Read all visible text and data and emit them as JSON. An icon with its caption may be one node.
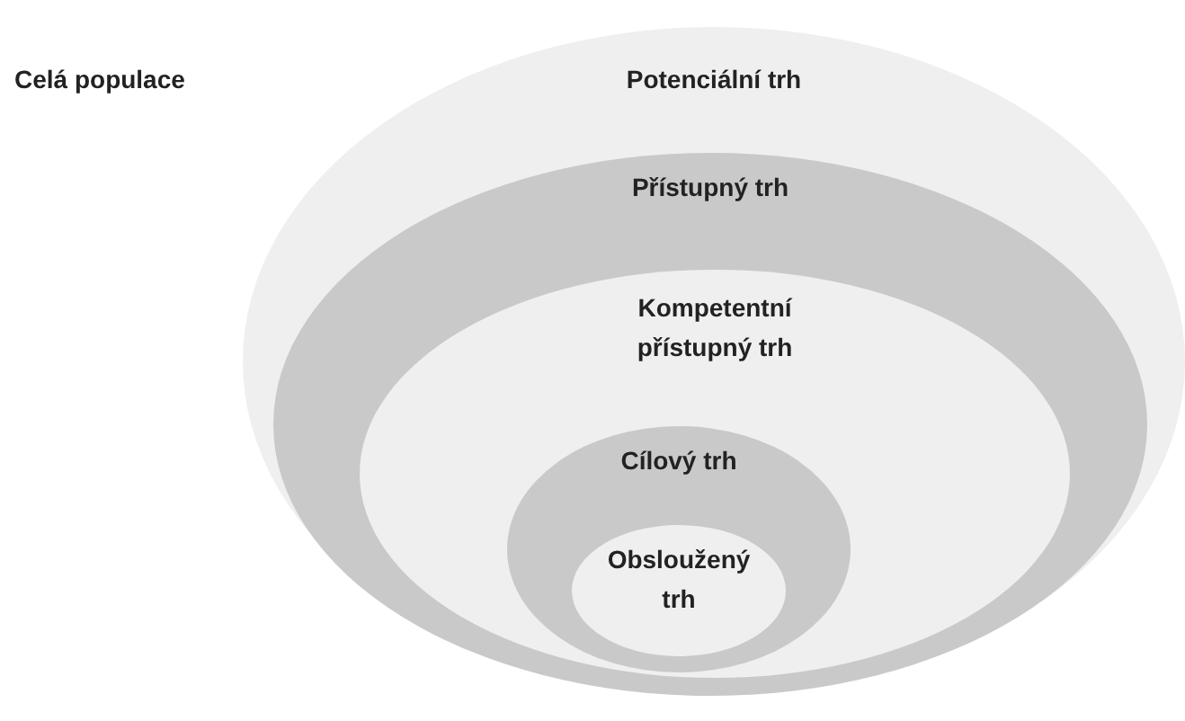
{
  "diagram": {
    "nodes": [
      {
        "text": [
          "Potenciální trh"
        ]
      },
      {
        "text": [
          "Přístupný trh"
        ],
        "in": 0
      },
      {
        "text": [
          "Kompetentní přístupný trh"
        ],
        "in": 1
      },
      {
        "text": [
          "Cílový trh"
        ],
        "in": 2
      },
      {
        "text": [
          "Obsloužený trh"
        ],
        "in": 3
      }
    ],
    "labels": [
      "Celá populace"
    ]
  }
}
